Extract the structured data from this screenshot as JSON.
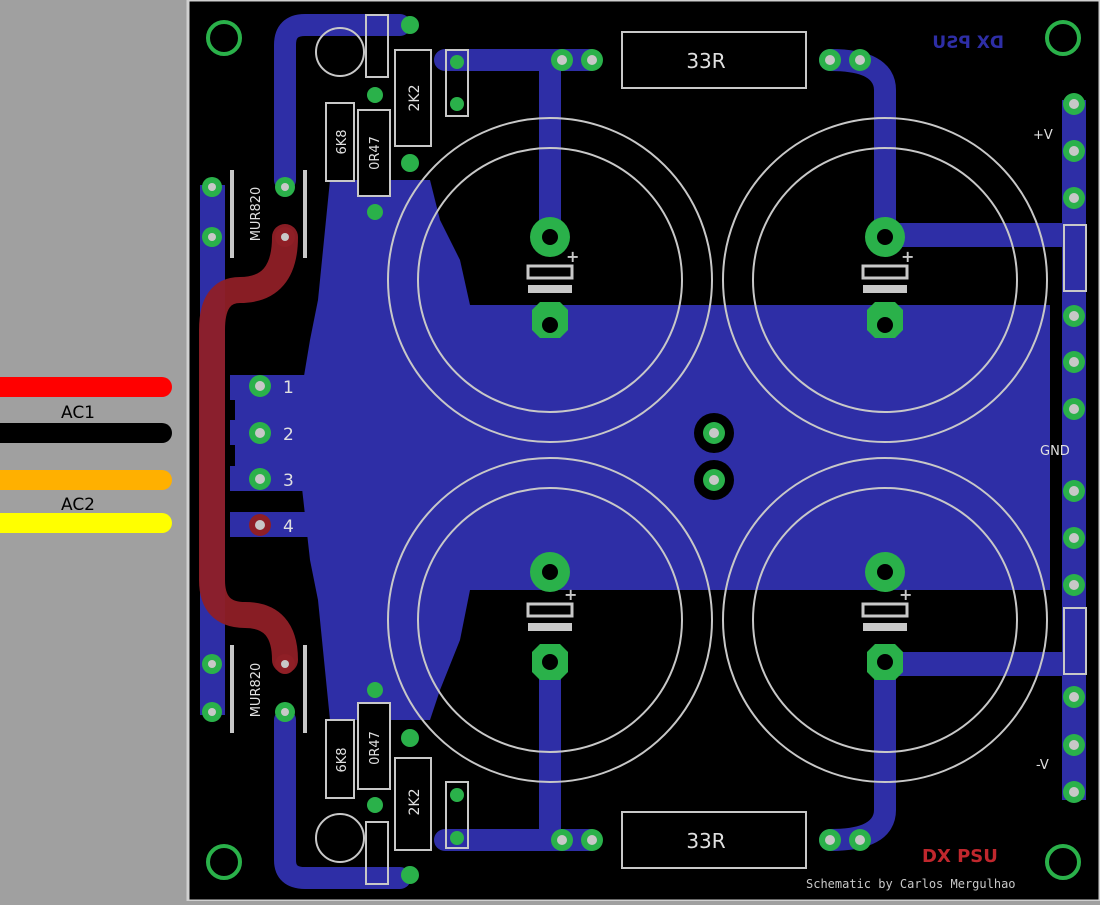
{
  "board": {
    "silk_title_top": "DX PSU",
    "silk_title_bottom": "DX PSU",
    "credit": "Schematic by Carlos Mergulhao"
  },
  "resistors": {
    "r_top": "33R",
    "r_bottom": "33R",
    "r_2k2_top": "2K2",
    "r_2k2_bottom": "2K2",
    "r_6k8_top": "6K8",
    "r_6k8_bottom": "6K8",
    "r_0r47_top": "0R47",
    "r_0r47_bottom": "0R47"
  },
  "diodes": {
    "top": "MUR820",
    "bottom": "MUR820"
  },
  "ac_terminals": [
    "1",
    "2",
    "3",
    "4"
  ],
  "wires": {
    "ac1": "AC1",
    "ac2": "AC2"
  },
  "output_labels": {
    "pos": "+V",
    "gnd": "GND",
    "neg": "-V"
  },
  "polarity_mark": "+",
  "colors": {
    "background": "#a0a0a0",
    "board": "#000000",
    "copper_bottom": "#2e2ea6",
    "copper_top": "#8f1f26",
    "pad": "#2ab14a",
    "silk": "#d0d0d0",
    "wire_red": "#ff0000",
    "wire_black": "#000000",
    "wire_orange": "#ffb000",
    "wire_yellow": "#ffff00"
  }
}
